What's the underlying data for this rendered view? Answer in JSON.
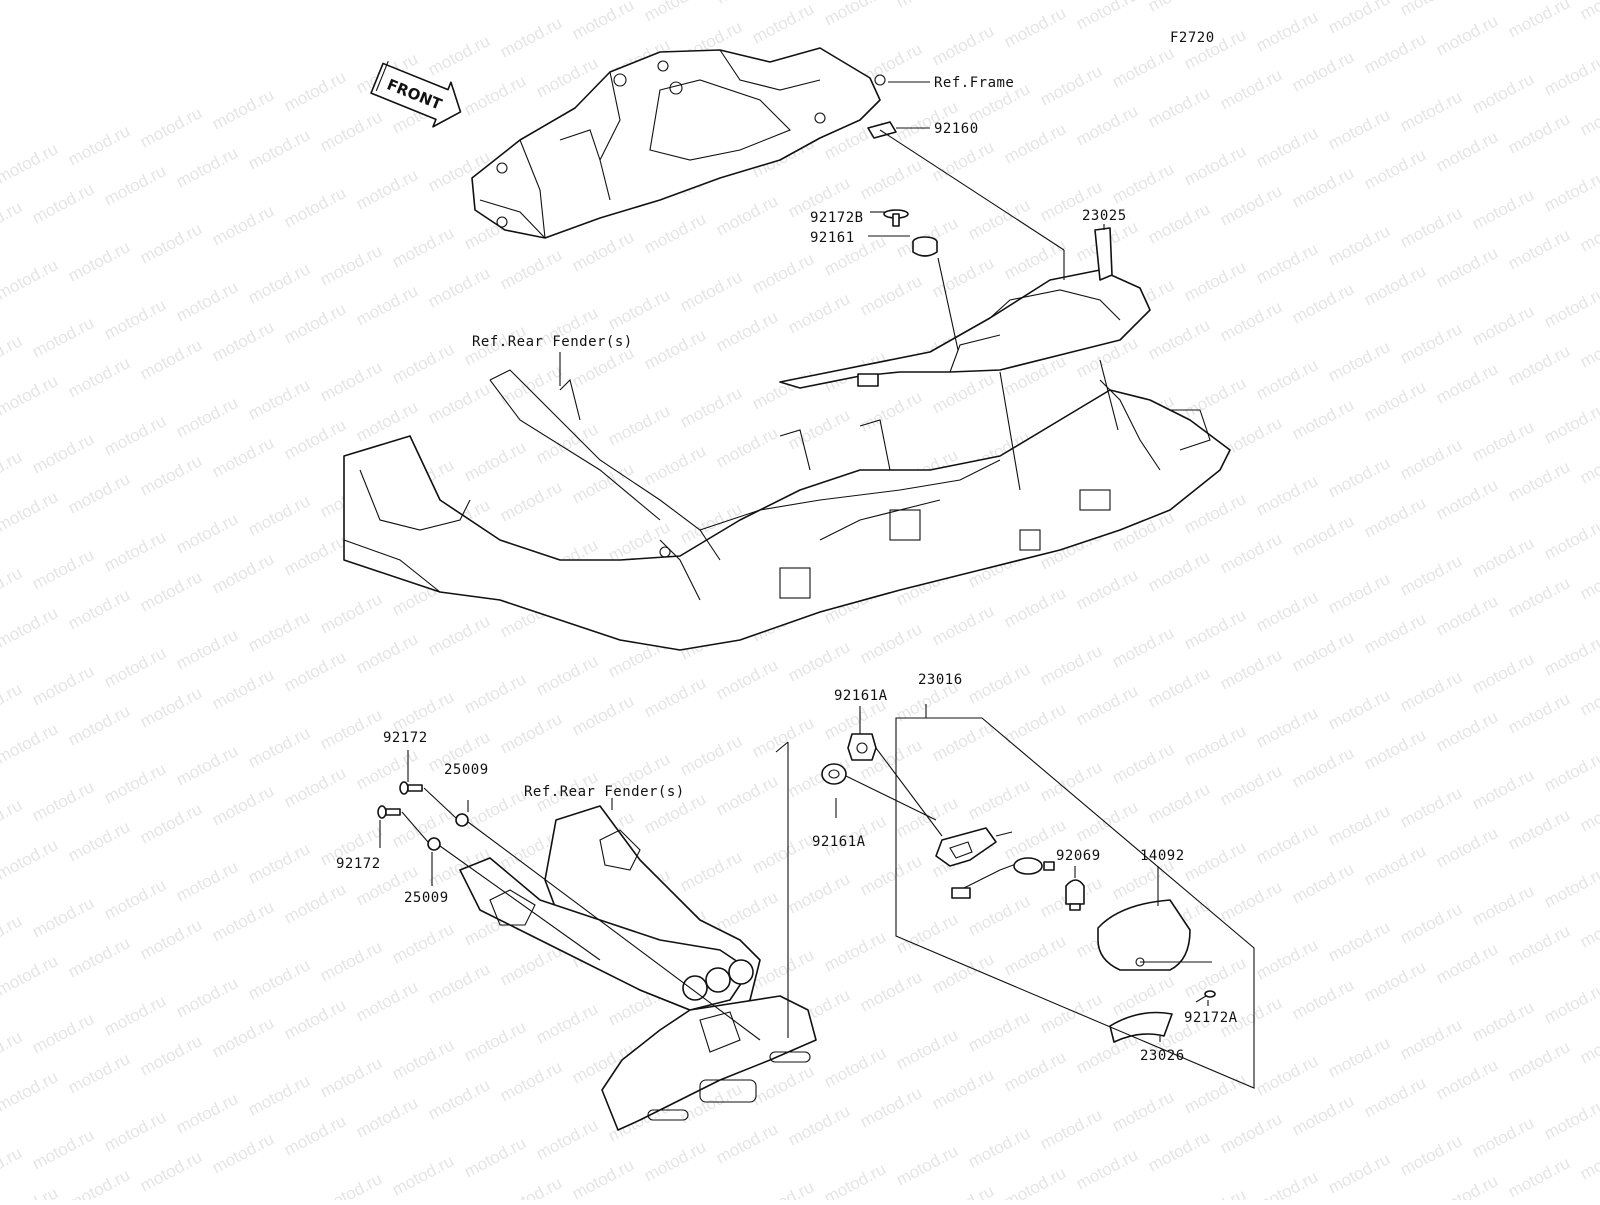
{
  "figure_code": "F2720",
  "front_arrow": {
    "label": "FRONT"
  },
  "watermark": {
    "text": "motod.ru"
  },
  "labels": {
    "ref_frame": "Ref.Frame",
    "p92160": "92160",
    "p92172b": "92172B",
    "p23025": "23025",
    "p92161": "92161",
    "ref_rear_fender_top": "Ref.Rear Fender(s)",
    "p92161a_top": "92161A",
    "p23016": "23016",
    "p92172_top": "92172",
    "p25009_top": "25009",
    "ref_rear_fender_bottom": "Ref.Rear Fender(s)",
    "p92172_bottom": "92172",
    "p25009_bottom": "25009",
    "p92161a_bottom": "92161A",
    "p92069": "92069",
    "p14092": "14092",
    "p92172a": "92172A",
    "p23026": "23026"
  }
}
